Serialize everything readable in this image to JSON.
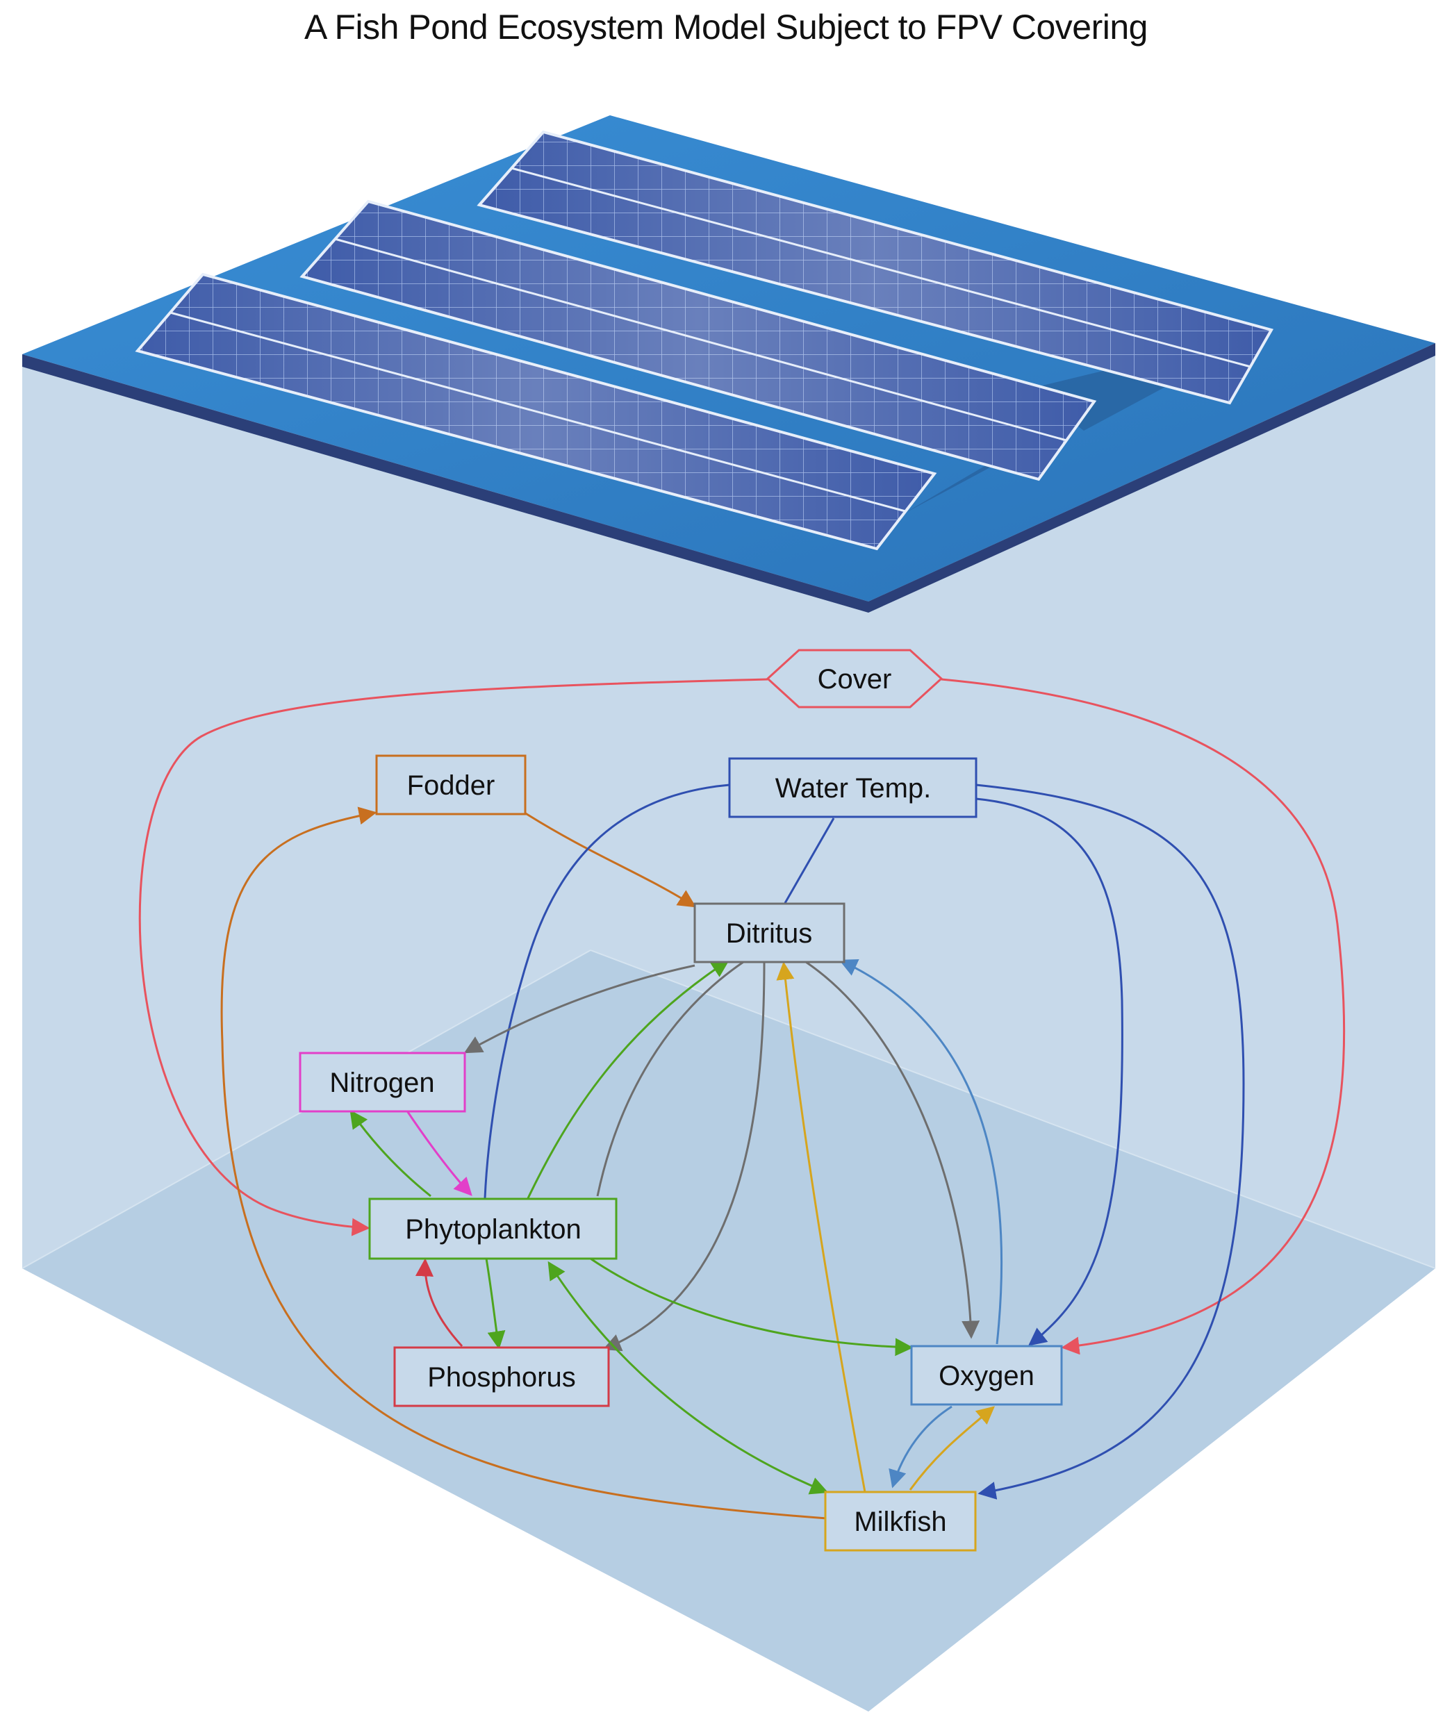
{
  "title": "A Fish Pond Ecosystem Model Subject to FPV Covering",
  "nodes": {
    "cover": {
      "label": "Cover",
      "color": "#e8535e"
    },
    "fodder": {
      "label": "Fodder",
      "color": "#c86f1f"
    },
    "water_temp": {
      "label": "Water Temp.",
      "color": "#2f4fb0"
    },
    "ditritus": {
      "label": "Ditritus",
      "color": "#6e6e6e"
    },
    "nitrogen": {
      "label": "Nitrogen",
      "color": "#e23fc9"
    },
    "phytoplankton": {
      "label": "Phytoplankton",
      "color": "#4ea51e"
    },
    "phosphorus": {
      "label": "Phosphorus",
      "color": "#d43b47"
    },
    "oxygen": {
      "label": "Oxygen",
      "color": "#4d86c4"
    },
    "milkfish": {
      "label": "Milkfish",
      "color": "#d6a51e"
    }
  },
  "colors": {
    "water": "#c7d9ea",
    "water_floor": "#b5cde3",
    "pond_surface": "#2f7fc4",
    "panel": "#3d5ba8"
  }
}
